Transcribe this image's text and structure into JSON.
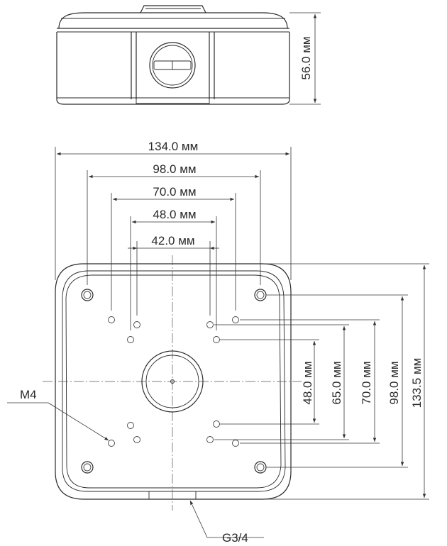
{
  "side_view": {
    "height_label": "56.0 мм"
  },
  "horizontal_dims": [
    {
      "label": "134.0 мм"
    },
    {
      "label": "98.0 мм"
    },
    {
      "label": "70.0 мм"
    },
    {
      "label": "48.0 мм"
    },
    {
      "label": "42.0 мм"
    }
  ],
  "vertical_dims": [
    {
      "label": "48.0 мм"
    },
    {
      "label": "65.0 мм"
    },
    {
      "label": "70.0 мм"
    },
    {
      "label": "98.0 мм"
    },
    {
      "label": "133.5 мм"
    }
  ],
  "callouts": {
    "screw": "M4",
    "thread": "G3/4"
  }
}
